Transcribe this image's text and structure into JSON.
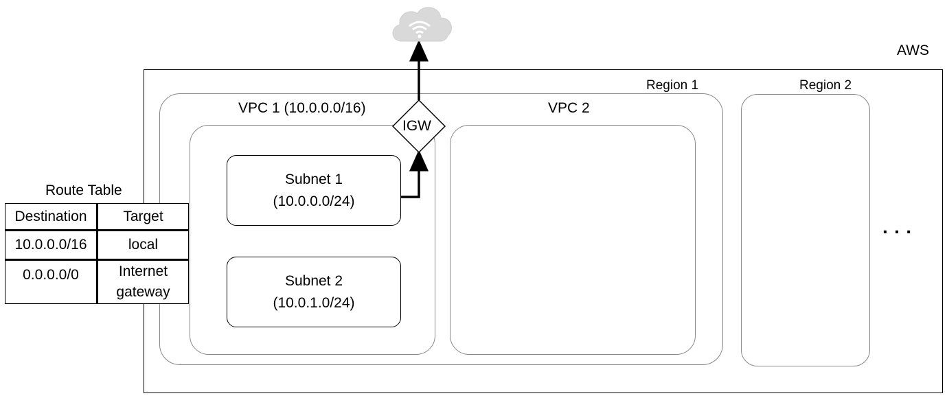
{
  "aws": {
    "label": "AWS"
  },
  "region1": {
    "label": "Region 1"
  },
  "region2": {
    "label": "Region 2"
  },
  "vpc1": {
    "label": "VPC 1 (10.0.0.0/16)"
  },
  "vpc2": {
    "label": "VPC 2"
  },
  "igw": {
    "label": "IGW"
  },
  "subnet1": {
    "name": "Subnet 1",
    "cidr": "(10.0.0.0/24)"
  },
  "subnet2": {
    "name": "Subnet 2",
    "cidr": "(10.0.1.0/24)"
  },
  "more": {
    "label": "· · ·"
  },
  "route_table": {
    "title": "Route Table",
    "headers": [
      "Destination",
      "Target"
    ],
    "rows": [
      [
        "10.0.0.0/16",
        "local"
      ],
      [
        "0.0.0.0/0",
        "Internet gateway"
      ]
    ]
  },
  "colors": {
    "cloud": "#d9d9d9",
    "line": "#000000"
  },
  "icons": {
    "cloud": "cloud-wifi-icon"
  }
}
